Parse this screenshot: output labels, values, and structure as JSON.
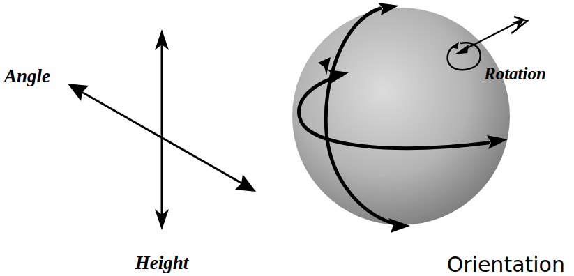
{
  "diagram": {
    "labels": [
      "Angle",
      "Height",
      "Rotation",
      "Orientation"
    ]
  }
}
